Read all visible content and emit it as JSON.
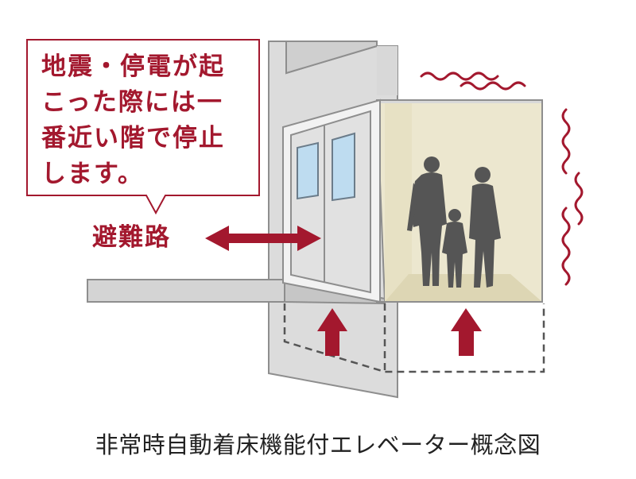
{
  "callout": {
    "text": "地震・停電が起\nこった際には一\n番近い階で停止\nします。"
  },
  "evacuation_route": {
    "label": "避難路"
  },
  "caption": "非常時自動着床機能付エレベーター概念図",
  "colors": {
    "accent": "#a3182e",
    "wall": "#dcdcdc",
    "wall_edge": "#8e8e8e",
    "car_interior": "#ece7cf",
    "silhouette": "#555555",
    "dashed": "#555555"
  },
  "icons": {
    "route_arrow": "double-headed-arrow-icon",
    "up_arrow": "up-arrow-icon",
    "vibration": "vibration-wave-icon"
  }
}
